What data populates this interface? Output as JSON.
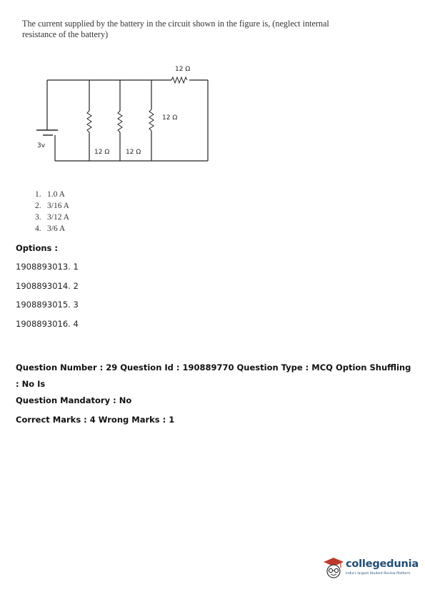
{
  "question": {
    "text": "The current supplied by the battery in the circuit shown in the figure is, (neglect internal resistance of the battery)"
  },
  "circuit": {
    "top_resistor": "12 Ω",
    "right_resistor": "12 Ω",
    "resistor_a": "12 Ω",
    "resistor_b": "12 Ω",
    "battery": "3v"
  },
  "choices": [
    {
      "num": "1.",
      "text": "1.0 A"
    },
    {
      "num": "2.",
      "text": "3/16 A"
    },
    {
      "num": "3.",
      "text": "3/12 A"
    },
    {
      "num": "4.",
      "text": "3/6 A"
    }
  ],
  "options_label": "Options :",
  "options": [
    "1908893013. 1",
    "1908893014. 2",
    "1908893015. 3",
    "1908893016. 4"
  ],
  "meta": {
    "line1": "Question Number : 29 Question Id : 190889770 Question Type : MCQ Option Shuffling : No Is",
    "line2": "Question Mandatory : No",
    "line3": "Correct Marks : 4 Wrong Marks : 1"
  },
  "brand": {
    "name": "collegedunia",
    "tagline": "India's largest Student Review Platform",
    "color": "#1f4e79"
  }
}
